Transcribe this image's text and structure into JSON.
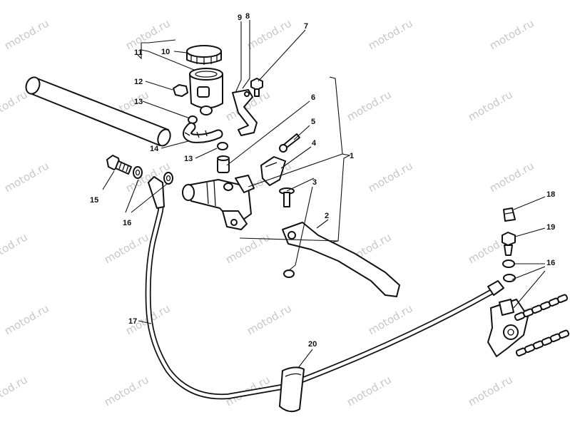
{
  "watermark": "motod.ru",
  "callouts": {
    "c1": "1",
    "c2": "2",
    "c3": "3",
    "c4": "4",
    "c5": "5",
    "c6": "6",
    "c7": "7",
    "c8": "8",
    "c9": "9",
    "c10": "10",
    "c11": "11",
    "c12": "12",
    "c13a": "13",
    "c13b": "13",
    "c14": "14",
    "c15": "15",
    "c16a": "16",
    "c16b": "16",
    "c17": "17",
    "c18": "18",
    "c19": "19",
    "c20": "20"
  }
}
